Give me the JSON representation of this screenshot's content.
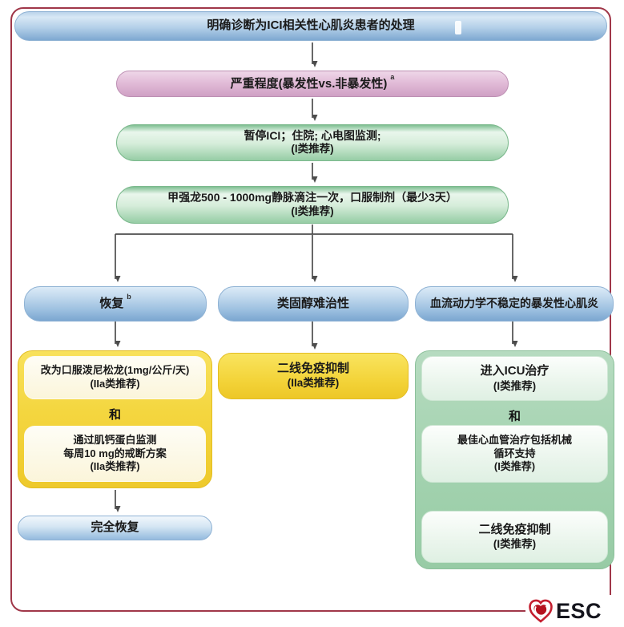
{
  "flow": {
    "top": {
      "label": "明确诊断为ICI相关性心肌炎患者的处理"
    },
    "severity": {
      "label": "严重程度(暴发性vs.非暴发性)",
      "superscript": "a"
    },
    "hold": {
      "line1": "暂停ICI；住院; 心电图监测;",
      "line2": "(I类推荐)"
    },
    "steroid": {
      "line1": "甲强龙500 - 1000mg静脉滴注一次，口服制剂（最少3天）",
      "line2": "(I类推荐)"
    },
    "branches": {
      "recovery": {
        "label": "恢复",
        "superscript": "b"
      },
      "refractory": {
        "label": "类固醇难治性"
      },
      "unstable": {
        "label": "血流动力学不稳定的暴发性心肌炎"
      }
    },
    "left_box": {
      "step1_line1": "改为口服泼尼松龙(1mg/公斤/天)",
      "step1_line2": "(IIa类推荐)",
      "and": "和",
      "step2_line1": "通过肌钙蛋白监测",
      "step2_line2": "每周10 mg的戒断方案",
      "step2_line3": "(IIa类推荐)"
    },
    "full_recovery": {
      "label": "完全恢复"
    },
    "mid_box": {
      "line1": "二线免疫抑制",
      "line2": "(IIa类推荐)"
    },
    "right_box": {
      "step1_line1": "进入ICU治疗",
      "step1_line2": "(I类推荐)",
      "and": "和",
      "step2_line1": "最佳心血管治疗包括机械",
      "step2_line2": "循环支持",
      "step2_line3": "(I类推荐)",
      "step3_line1": "二线免疫抑制",
      "step3_line2": "(I类推荐)"
    },
    "logo": {
      "text": "ESC"
    }
  },
  "colors": {
    "frame_border": "#a03749",
    "arrow": "#4d4d4d",
    "blue_node": "#7ba6d0",
    "pink_node": "#cfa0c4",
    "green_node": "#96cda5",
    "yellow_node": "#f4d63f",
    "green_panel": "#a4d3b0",
    "logo_red": "#c41f30",
    "logo_text": "#15151d"
  }
}
